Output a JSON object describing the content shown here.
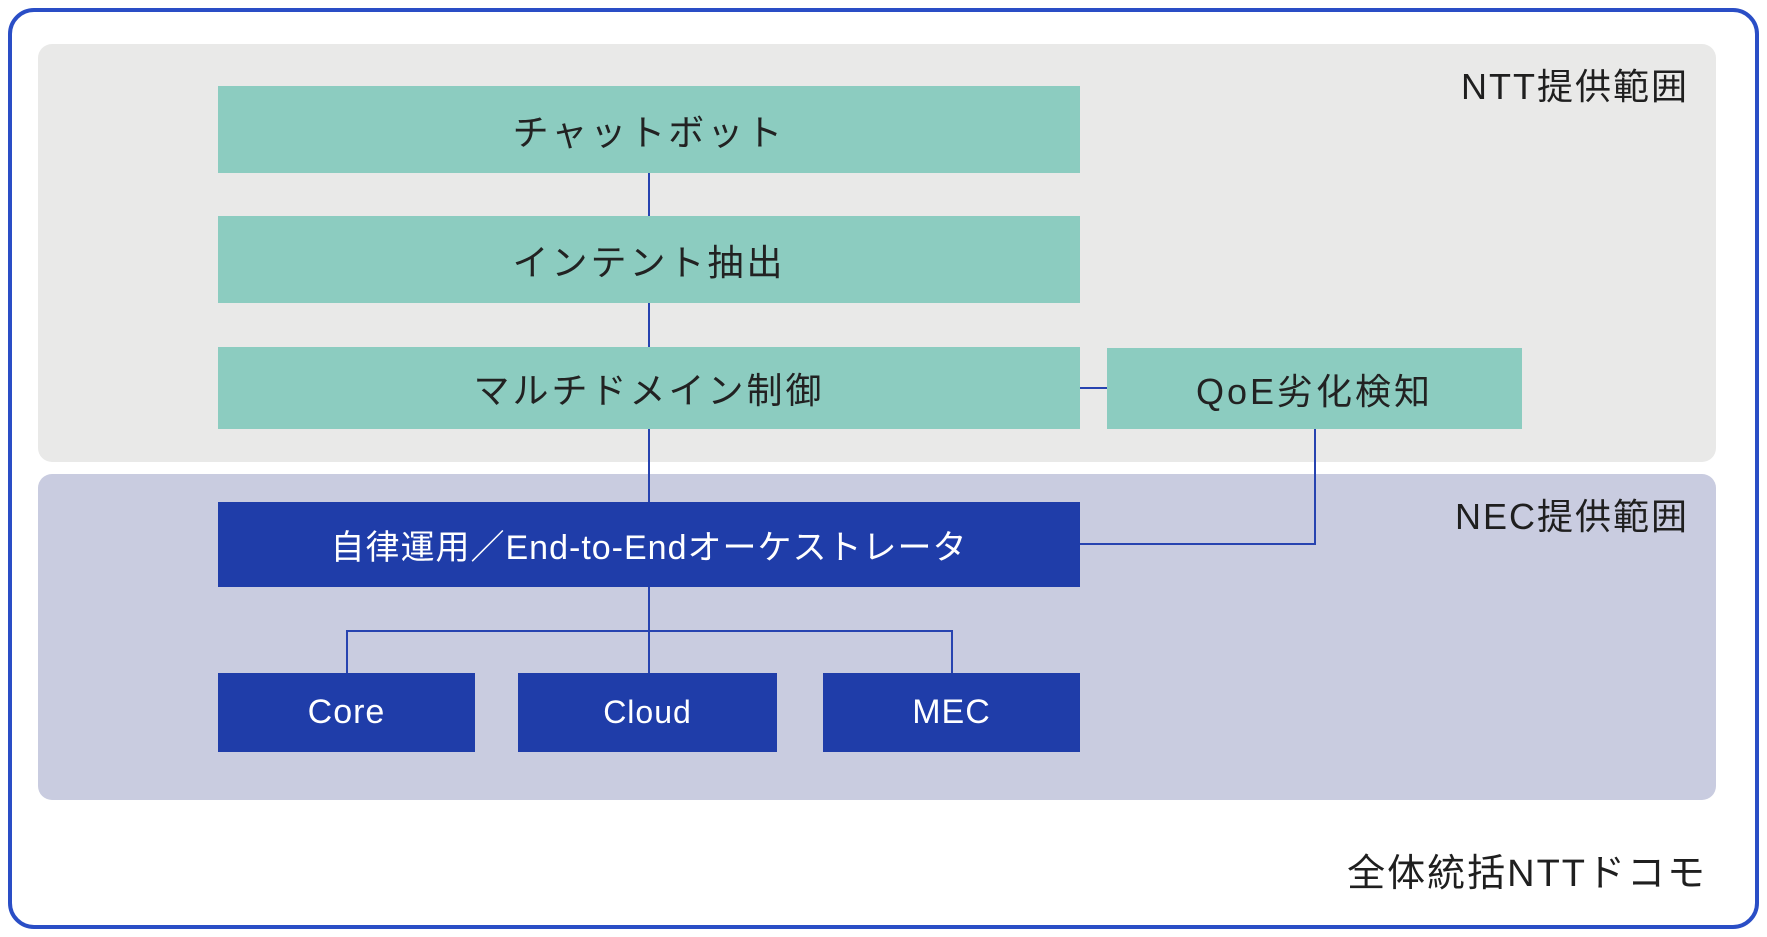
{
  "sections": {
    "ntt_label": "NTT提供範囲",
    "nec_label": "NEC提供範囲"
  },
  "nodes": {
    "chatbot": "チャットボット",
    "intent": "インテント抽出",
    "multidomain": "マルチドメイン制御",
    "qoe": "QoE劣化検知",
    "orchestrator": "自律運用／End-to-Endオーケストレータ",
    "core": "Core",
    "cloud": "Cloud",
    "mec": "MEC"
  },
  "footer": "全体統括NTTドコモ",
  "colors": {
    "frame_border": "#2a4ec6",
    "connector_line": "#2743b0",
    "teal_node": "#8cccc0",
    "dark_blue_node": "#1f3da9",
    "ntt_section_bg": "#e9e9e8",
    "nec_section_bg": "#c9cce0"
  }
}
